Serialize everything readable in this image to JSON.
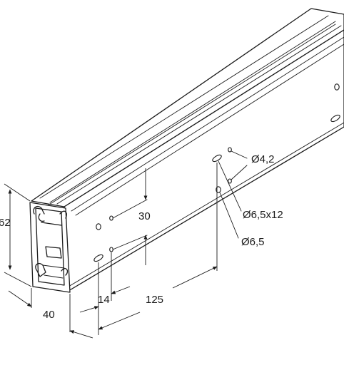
{
  "dimensions": {
    "height": "62",
    "width": "40",
    "hole_spacing_vertical": "30",
    "hole_offset": "14",
    "slot_spacing": "125"
  },
  "callouts": {
    "small_hole": "Ø4,2",
    "slot": "Ø6,5x12",
    "round_hole": "Ø6,5"
  }
}
